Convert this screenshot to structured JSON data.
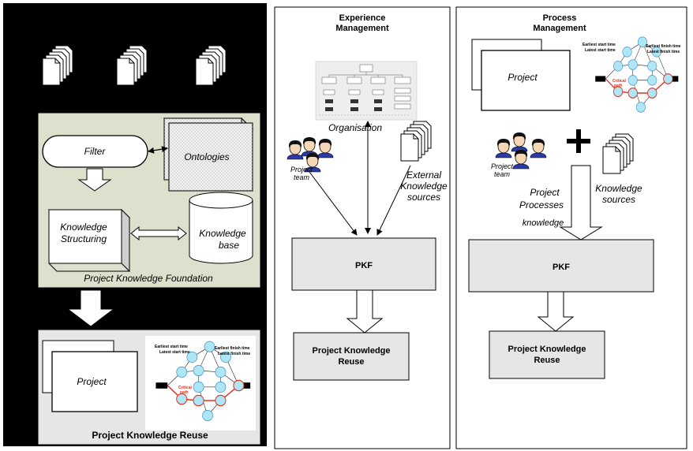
{
  "panel_left": {
    "filter_label": "Filter",
    "ontologies_label": "Ontologies",
    "knowledge_structuring_label": [
      "Knowledge",
      "Structuring"
    ],
    "knowledge_base_label": [
      "Knowledge",
      "base"
    ],
    "foundation_caption": "Project Knowledge Foundation",
    "project_label": "Project",
    "reuse_caption": "Project Knowledge Reuse"
  },
  "network": {
    "earliest_start": "Earliest start time",
    "latest_start": "Latest start time",
    "earliest_finish": "Earliest finish time",
    "latest_finish": "Latest finish time",
    "critical_path": [
      "Critical",
      "path"
    ]
  },
  "panel_middle": {
    "title": [
      "Experience",
      "Management"
    ],
    "organisation_label": "Organisation",
    "project_team_label": [
      "Project",
      "team"
    ],
    "external_label": [
      "External",
      "Knowledge",
      "sources"
    ],
    "pkf_label": "PKF",
    "reuse_label": [
      "Project Knowledge",
      "Reuse"
    ]
  },
  "panel_right": {
    "title": [
      "Process",
      "Management"
    ],
    "project_label": "Project",
    "project_team_label": [
      "Project",
      "team"
    ],
    "knowledge_sources_label": [
      "Knowledge",
      "sources"
    ],
    "project_processes_label": [
      "Project",
      "Processes",
      "knowledge"
    ],
    "pkf_label": "PKF",
    "reuse_label": [
      "Project Knowledge",
      "Reuse"
    ]
  }
}
